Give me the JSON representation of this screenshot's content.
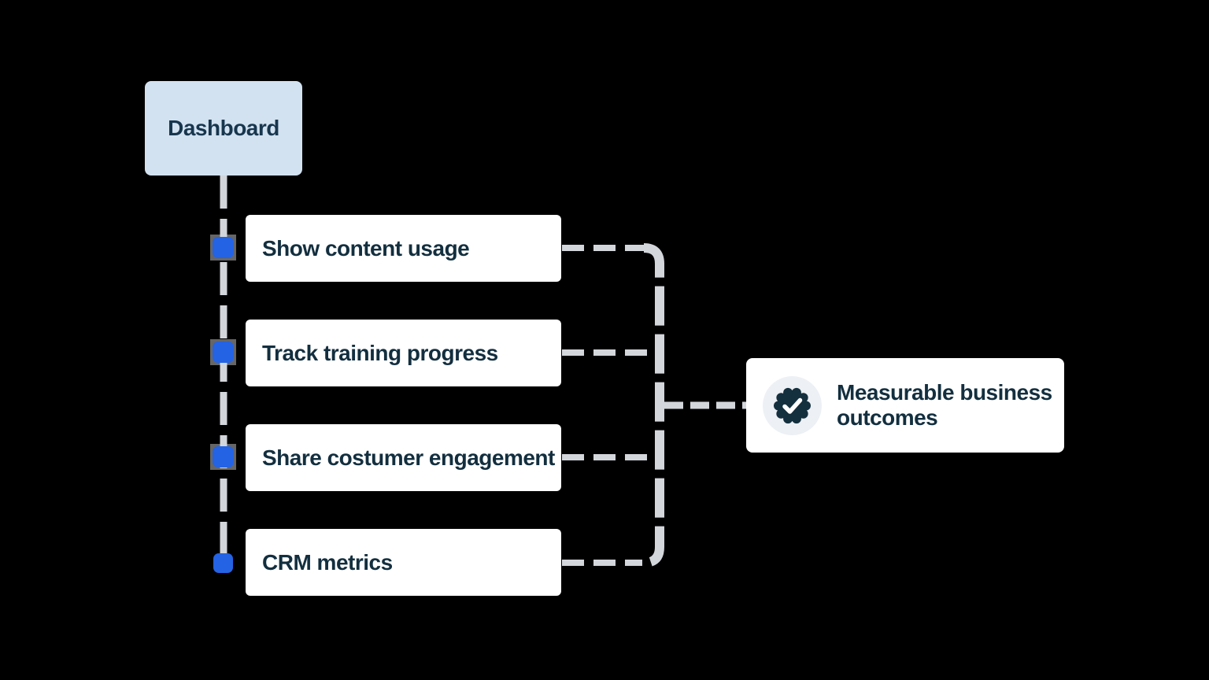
{
  "diagram": {
    "root": {
      "label": "Dashboard"
    },
    "items": [
      {
        "label": "Show content usage"
      },
      {
        "label": "Track training progress"
      },
      {
        "label": "Share costumer engagement"
      },
      {
        "label": "CRM metrics"
      }
    ],
    "outcome": {
      "label": "Measurable business outcomes",
      "icon": "verified-check-badge-icon"
    },
    "colors": {
      "background": "#000000",
      "root_box_bg": "#d3e2f0",
      "item_box_bg": "#ffffff",
      "text_navy": "#132f3f",
      "marker_blue": "#2463e3",
      "marker_halo_gray": "#666666",
      "connector_gray": "#d3d6db",
      "badge_circle_bg": "#edf0f4",
      "badge_seal_navy": "#14303f",
      "badge_check": "#ffffff"
    }
  }
}
